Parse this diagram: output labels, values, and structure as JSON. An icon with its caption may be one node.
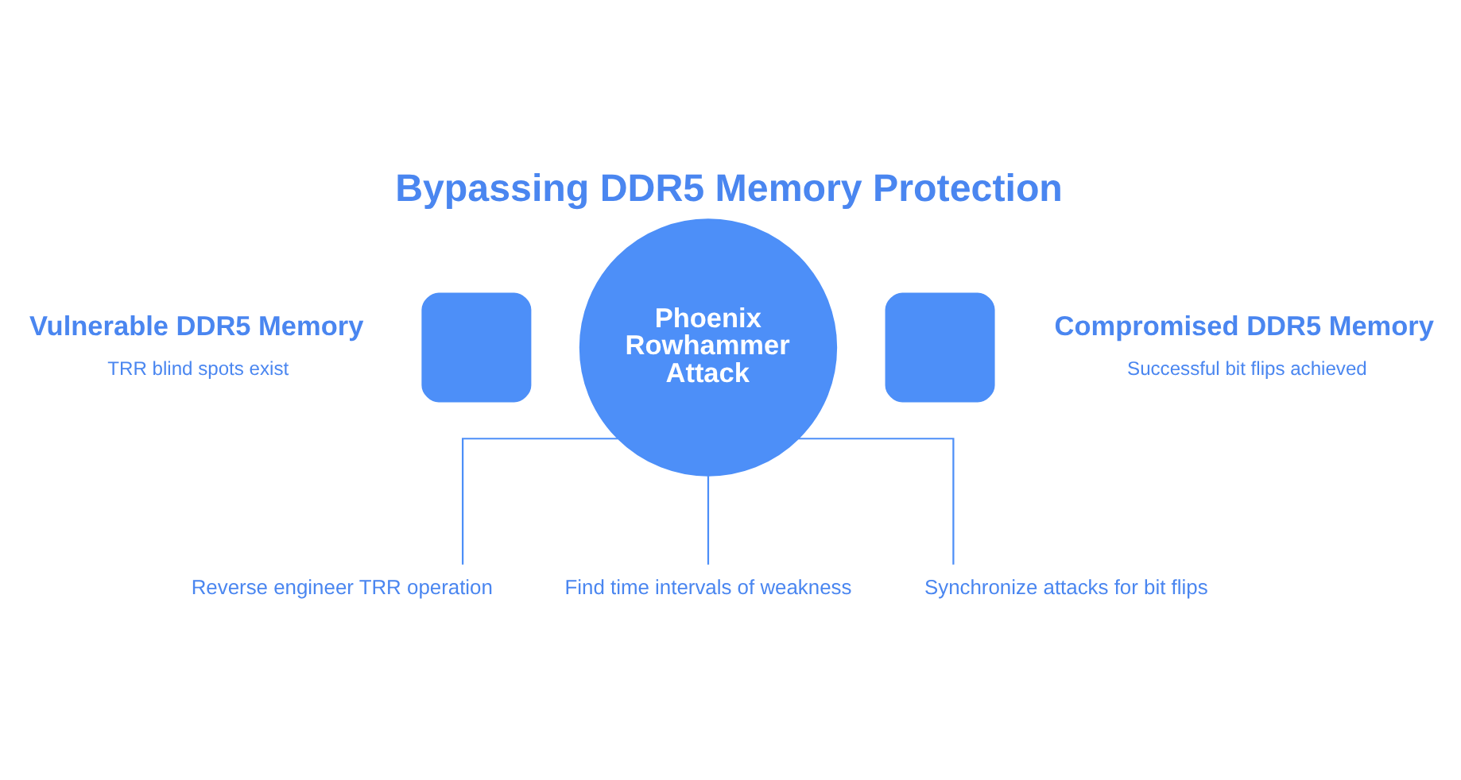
{
  "diagram": {
    "title": "Bypassing DDR5 Memory Protection",
    "nodes": [
      {
        "text": [],
        "shape": "box",
        "beside": [
          "Vulnerable DDR5 Memory",
          "TRR blind spots exist"
        ]
      },
      {
        "text": [
          "Phoenix Rowhammer Attack"
        ]
      },
      {
        "text": [],
        "shape": "box",
        "beside": [
          "Compromised DDR5 Memory",
          "Successful bit flips achieved"
        ]
      },
      {
        "text": [
          "Reverse engineer TRR operation"
        ]
      },
      {
        "text": [
          "Find time intervals of weakness"
        ]
      },
      {
        "text": [
          "Synchronize attacks for bit flips"
        ]
      }
    ],
    "edges": [
      {
        "from": 1,
        "to": 3,
        "arrow": "none"
      },
      {
        "from": 1,
        "to": 4,
        "arrow": "none"
      },
      {
        "from": 1,
        "to": 5,
        "arrow": "none"
      }
    ]
  }
}
